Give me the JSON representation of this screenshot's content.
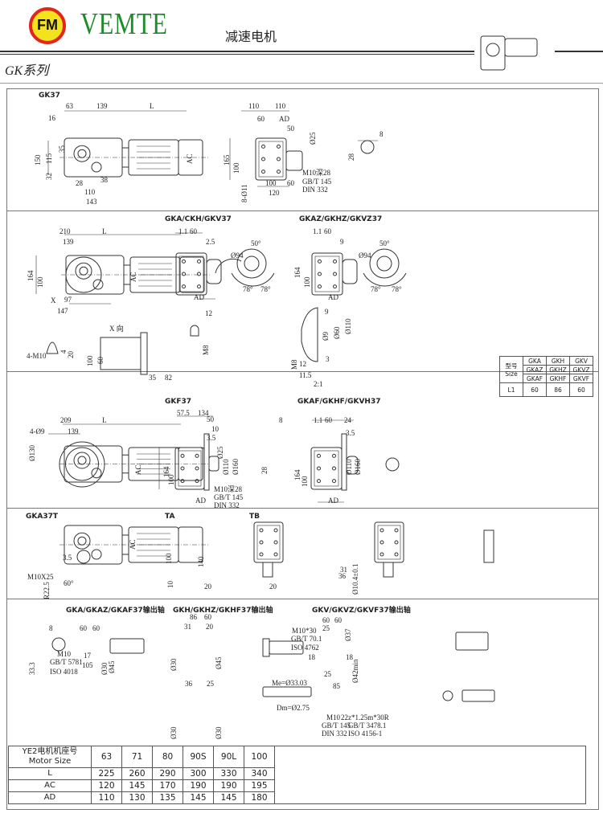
{
  "header": {
    "logo_text": "FM",
    "brand": "VEMTE",
    "subtitle": "减速电机",
    "series": "GK系列"
  },
  "colors": {
    "brand_green": "#1e8a2a",
    "logo_yellow": "#f4e21c",
    "logo_red": "#e0261d"
  },
  "sections": [
    {
      "labels": [
        "GK37",
        "63",
        "139",
        "L",
        "16",
        "35",
        "150",
        "115",
        "32",
        "28",
        "38",
        "110",
        "143",
        "AC",
        "110",
        "110",
        "60",
        "AD",
        "50",
        "Ø25",
        "165",
        "100",
        "8-Ø11",
        "100",
        "60",
        "120",
        "M10深28",
        "GB/T 145",
        "DIN 332",
        "8",
        "28"
      ]
    },
    {
      "labels": [
        "210",
        "L",
        "139",
        "164",
        "100",
        "AC",
        "X",
        "97",
        "147",
        "GKA/CKH/GKV37",
        "1.1",
        "60",
        "2.5",
        "AD",
        "12",
        "M8",
        "50°",
        "Ø94",
        "78°",
        "78°",
        "X 向",
        "100",
        "60",
        "4-M10",
        "4",
        "20",
        "35",
        "82",
        "GKAZ/GKHZ/GKVZ37",
        "1.1",
        "60",
        "9",
        "164",
        "100",
        "AD",
        "50°",
        "Ø94",
        "78°",
        "78°",
        "9",
        "Ø9",
        "Ø60",
        "Ø110",
        "M8",
        "3",
        "12",
        "11.5",
        "2:1"
      ]
    },
    {
      "labels": [
        "209",
        "L",
        "4-Ø9",
        "139",
        "Ø130",
        "AC",
        "GKF37",
        "57.5",
        "134",
        "50",
        "10",
        "3.5",
        "Ø25",
        "Ø110",
        "Ø160",
        "164",
        "100",
        "AD",
        "M10深28",
        "GB/T 145",
        "DIN 332",
        "8",
        "28",
        "GKAF/GKHF/GKVH37",
        "1.1",
        "60",
        "24",
        "3.5",
        "164",
        "100",
        "Ø110",
        "Ø160",
        "AD"
      ]
    },
    {
      "labels": [
        "GKA37T",
        "AC",
        "3.5",
        "M10X25",
        "R22.5",
        "60°",
        "TA",
        "100",
        "140",
        "10",
        "20",
        "TB",
        "20",
        "31",
        "36",
        "Ø10.4±0.1"
      ]
    },
    {
      "labels": [
        "GKA/GKAZ/GKAF37输出轴",
        "8",
        "33.3",
        "60",
        "60",
        "M10",
        "GB/T 5781",
        "ISO 4018",
        "17",
        "105",
        "Ø30",
        "Ø45",
        "GKH/GKHZ/GKHF37输出轴",
        "86",
        "60",
        "31",
        "20",
        "Ø30",
        "Ø45",
        "36",
        "25",
        "Ø30",
        "Ø30",
        "GKV/GKVZ/GKVF37输出轴",
        "60",
        "60",
        "Ø37",
        "M10*30",
        "GB/T 70.1",
        "ISO 4762",
        "25",
        "18",
        "18",
        "25",
        "Ø42min",
        "Me=Ø33.03",
        "85",
        "Dm=Ø2.75",
        "M10",
        "22z*1.25m*30R",
        "GB/T 145",
        "GB/T 3478.1",
        "DIN 332",
        "ISO 4156-1"
      ]
    }
  ],
  "size_table": {
    "header": "型号 Size",
    "rows": [
      [
        "GKA",
        "GKH",
        "GKV"
      ],
      [
        "GKAZ",
        "GKHZ",
        "GKVZ"
      ],
      [
        "GKAF",
        "GKHF",
        "GKVF"
      ]
    ],
    "l1_label": "L1",
    "l1_values": [
      "60",
      "86",
      "60"
    ]
  },
  "motor_table": {
    "header_cn": "YE2电机机座号",
    "header_en": "Motor Size",
    "sizes": [
      "63",
      "71",
      "80",
      "90S",
      "90L",
      "100"
    ],
    "rows": [
      {
        "label": "L",
        "values": [
          "225",
          "260",
          "290",
          "300",
          "330",
          "340"
        ]
      },
      {
        "label": "AC",
        "values": [
          "120",
          "145",
          "170",
          "190",
          "190",
          "195"
        ]
      },
      {
        "label": "AD",
        "values": [
          "110",
          "130",
          "135",
          "145",
          "145",
          "180"
        ]
      }
    ]
  }
}
